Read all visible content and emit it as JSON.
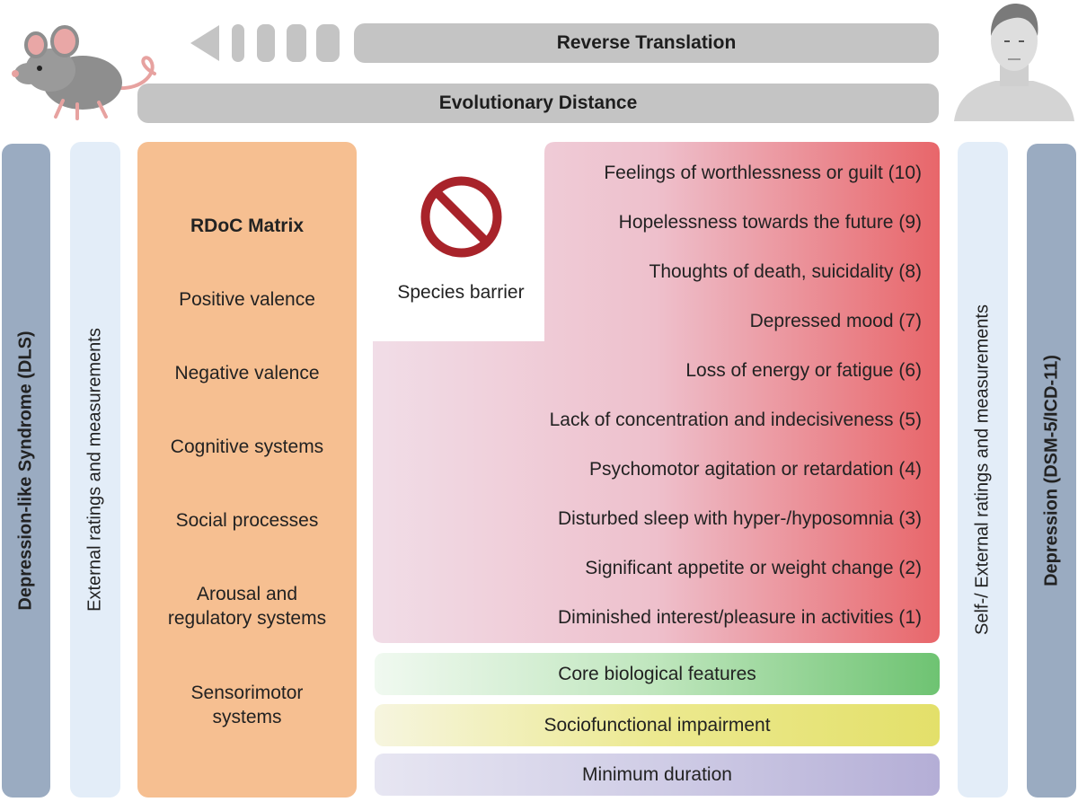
{
  "top": {
    "reverse_translation": "Reverse Translation",
    "evolutionary_distance": "Evolutionary Distance"
  },
  "left_columns": {
    "dls": "Depression-like Syndrome (DLS)",
    "external_ratings": "External ratings and measurements"
  },
  "right_columns": {
    "self_external_ratings": "Self-/ External ratings and measurements",
    "depression": "Depression (DSM-5/ICD-11)"
  },
  "rdoc": {
    "title": "RDoC Matrix",
    "items": [
      "Positive valence",
      "Negative valence",
      "Cognitive systems",
      "Social processes",
      "Arousal and\nregulatory systems",
      "Sensorimotor\nsystems"
    ]
  },
  "species_barrier": {
    "label": "Species barrier",
    "icon": "prohibition-icon",
    "color": "#a8232a"
  },
  "symptoms": [
    "Feelings of worthlessness or guilt (10)",
    "Hopelessness towards the future (9)",
    "Thoughts of death, suicidality (8)",
    "Depressed mood (7)",
    "Loss of energy or fatigue (6)",
    "Lack of concentration and indecisiveness (5)",
    "Psychomotor agitation or retardation (4)",
    "Disturbed sleep with hyper-/hyposomnia (3)",
    "Significant appetite or  weight change (2)",
    "Diminished interest/pleasure in activities (1)"
  ],
  "features": {
    "core": "Core biological features",
    "socio": "Sociofunctional impairment",
    "duration": "Minimum duration"
  },
  "colors": {
    "gray_bar": "#c4c4c4",
    "slate": "#9aabc1",
    "light_blue": "#e3edf8",
    "rdoc_orange": "#f6bf91",
    "symptom_start": "#f0dce6",
    "symptom_end": "#e8666a",
    "green": "#6ec372",
    "yellow": "#e3e06a",
    "purple": "#b4aed6"
  },
  "figures": {
    "left": "mouse-icon",
    "right": "human-head-icon"
  }
}
